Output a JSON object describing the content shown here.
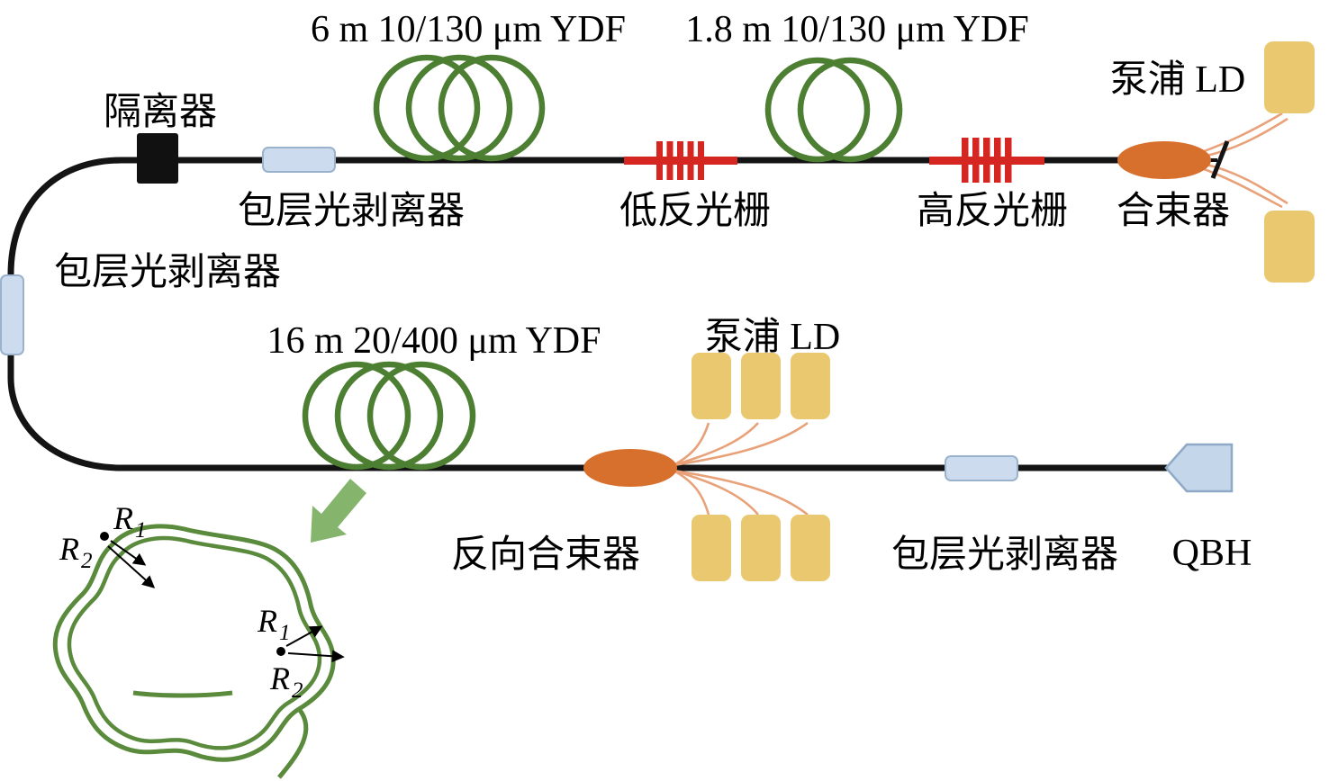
{
  "labels": {
    "ydf_top_left": "6 m 10/130 μm YDF",
    "ydf_top_right": "1.8 m 10/130 μm YDF",
    "pump_ld_top": "泵浦 LD",
    "isolator": "隔离器",
    "stripper_top": "包层光剥离器",
    "low_grating": "低反光栅",
    "high_grating": "高反光栅",
    "combiner": "合束器",
    "stripper_left": "包层光剥离器",
    "ydf_bottom": "16 m 20/400 μm YDF",
    "pump_ld_bottom": "泵浦 LD",
    "backward_combiner": "反向合束器",
    "stripper_bottom": "包层光剥离器",
    "qbh": "QBH",
    "radius_r": "R",
    "sub_1": "1",
    "sub_2": "2"
  },
  "colors": {
    "fiber": "#141414",
    "ydf_coil": "#4d7f33",
    "fbg_grating": "#d62622",
    "combiner": "#d8702d",
    "pump_fiber": "#e8a178",
    "pump_ld": "#e9c86f",
    "stripper": "#ccdcee",
    "isolator": "#111111",
    "qbh": "#c3d6ea",
    "coil_sketch": "#5a8a3c",
    "arrow": "#85b56d",
    "text": "#000000"
  }
}
